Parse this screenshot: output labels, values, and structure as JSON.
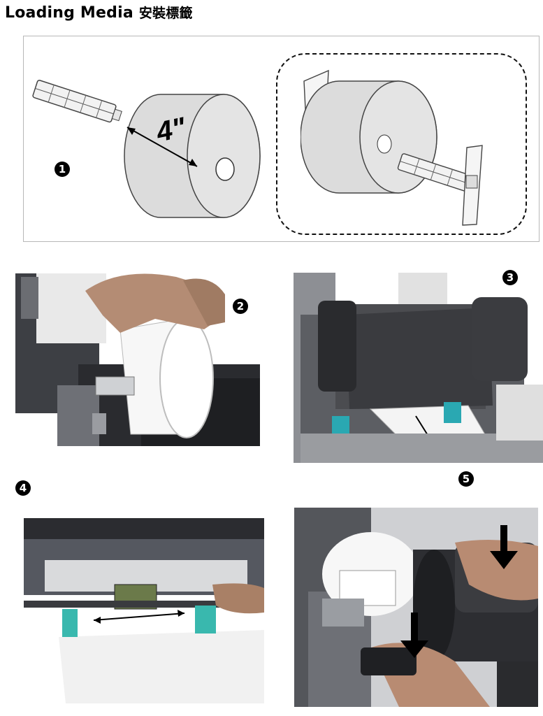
{
  "header": {
    "title_en": "Loading Media",
    "title_zh": "安裝標籤"
  },
  "step1": {
    "marker": "1",
    "width_label": "4\""
  },
  "step2": {
    "marker": "2"
  },
  "step3": {
    "marker": "3"
  },
  "step4": {
    "marker": "4"
  },
  "step5": {
    "marker": "5"
  }
}
